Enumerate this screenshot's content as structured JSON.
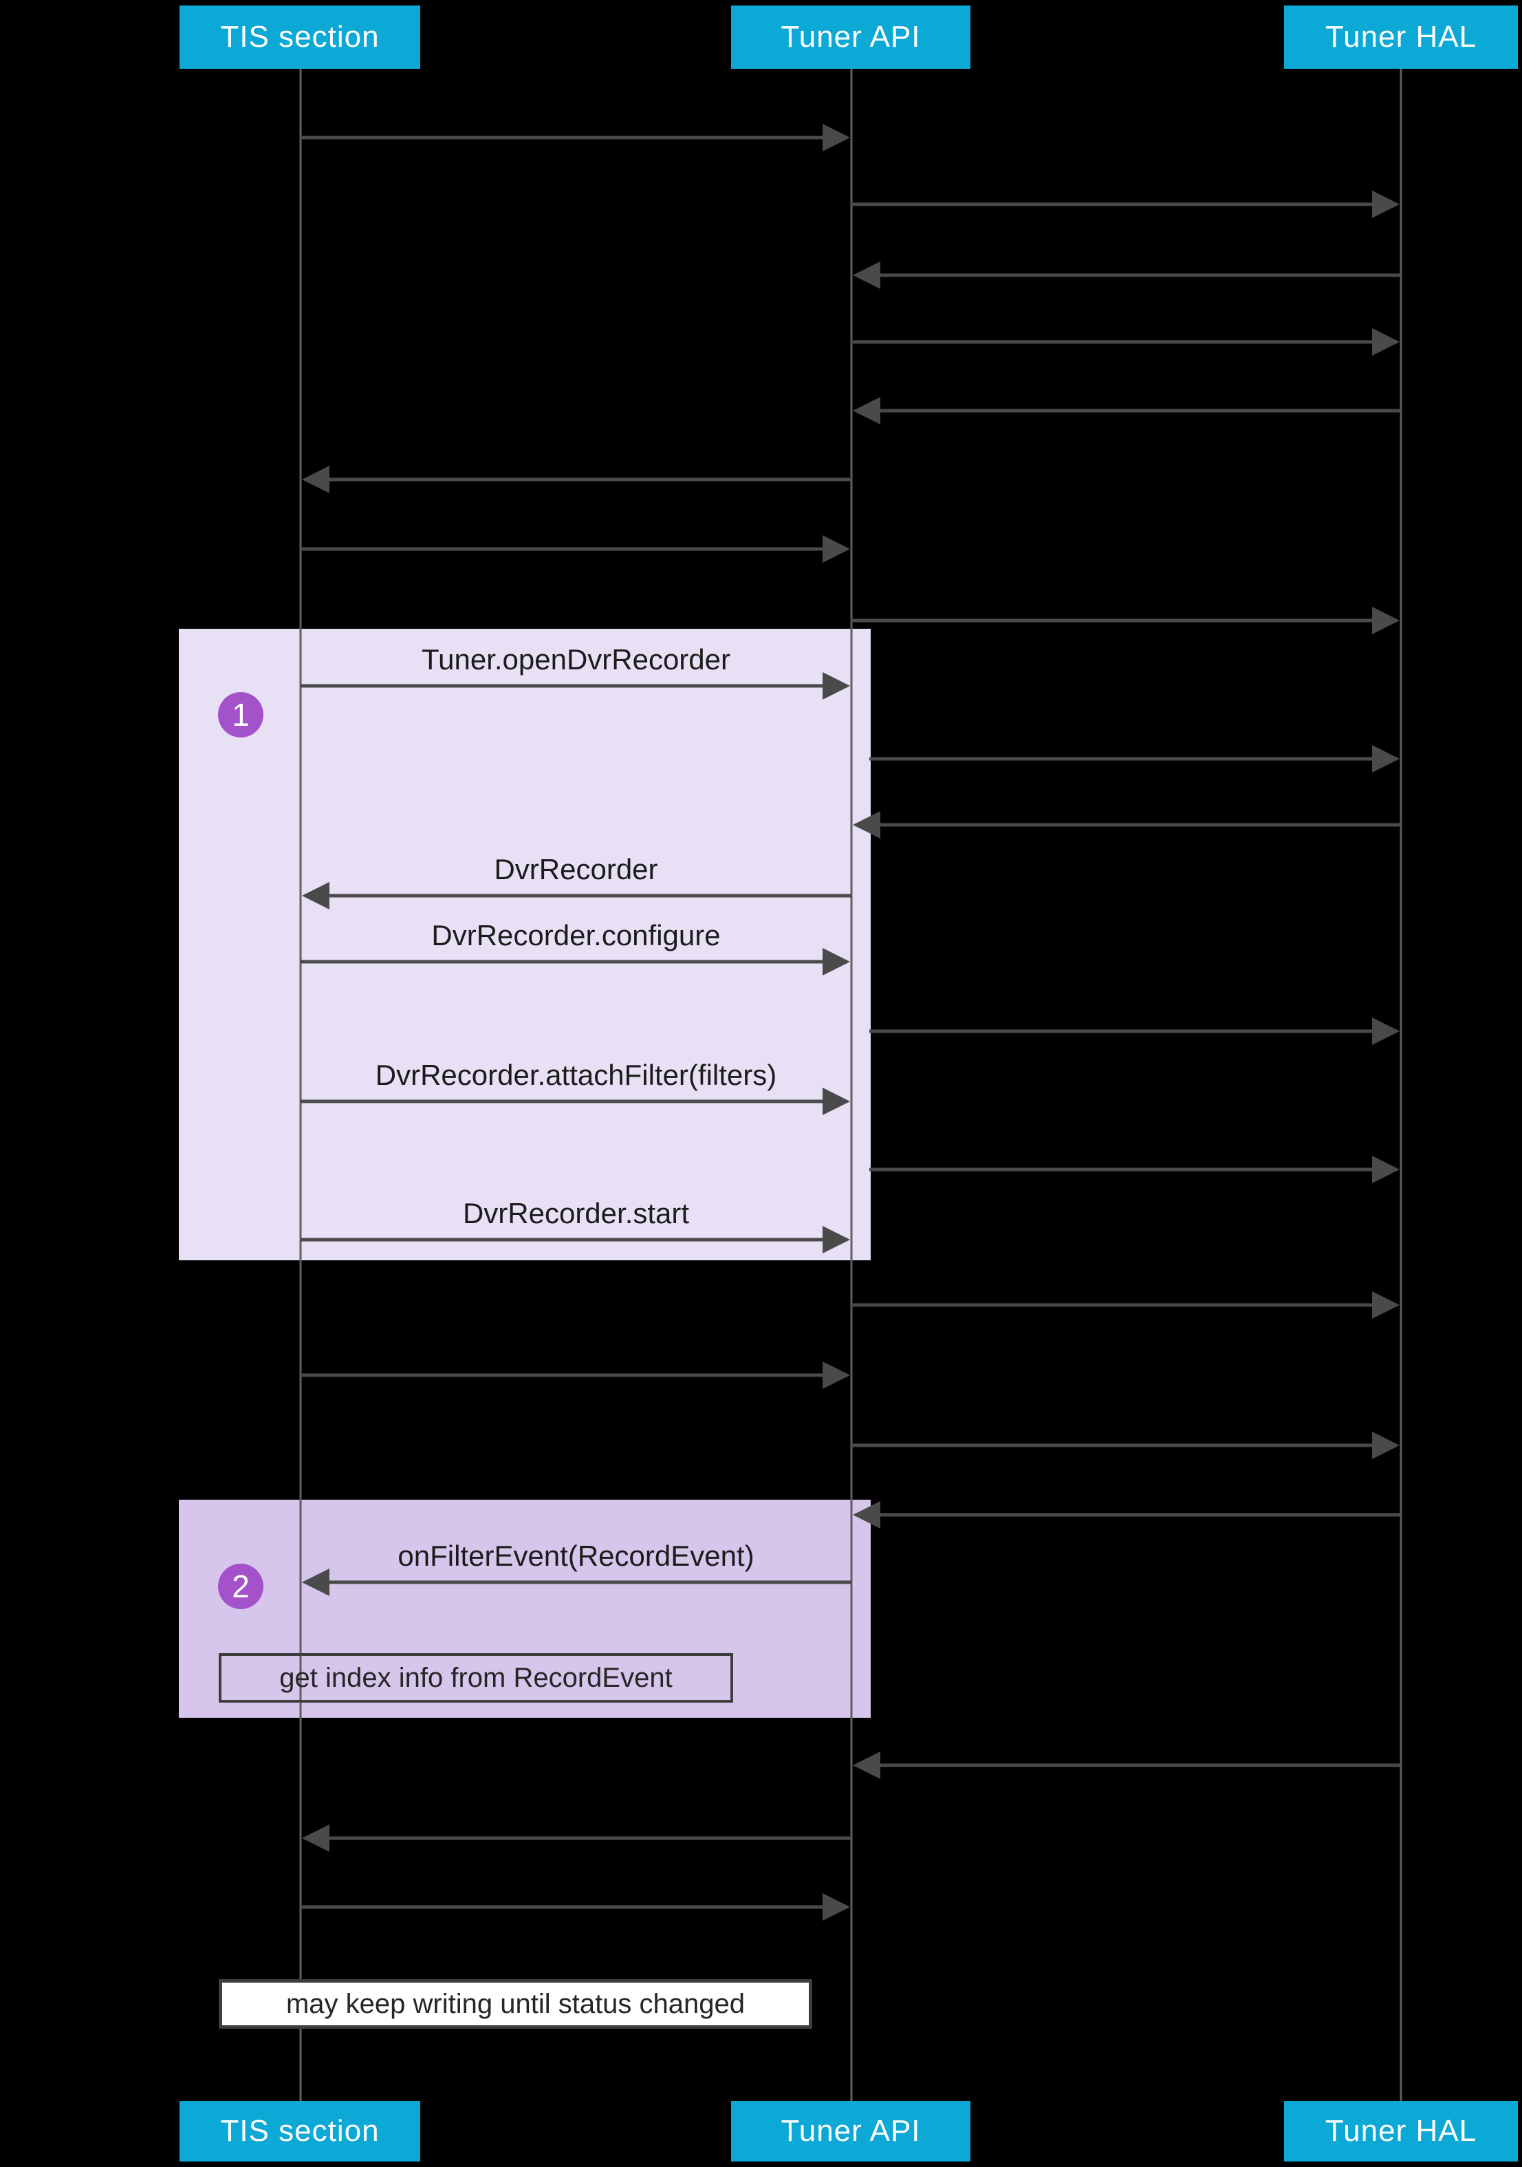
{
  "colors": {
    "background": "#000000",
    "participant_fill": "#0ca8d6",
    "participant_text": "#ffffff",
    "group1_fill": "#e8e1f6",
    "group2_fill": "#d7c6ec",
    "badge_fill": "#a352c9",
    "arrow": "#4a4a4a",
    "lifeline": "#5f5f5f",
    "note_border": "#3e3e3e",
    "floating_note_fill": "#ffffff",
    "label_text": "#1c1c1c"
  },
  "participants": {
    "names": [
      "TIS section",
      "Tuner API",
      "Tuner HAL"
    ]
  },
  "groups": {
    "g1": {
      "badge": "1"
    },
    "g2": {
      "badge": "2"
    }
  },
  "messages": {
    "open_dvr_recorder": "Tuner.openDvrRecorder",
    "dvr_recorder": "DvrRecorder",
    "configure": "DvrRecorder.configure",
    "attach_filter": "DvrRecorder.attachFilter(filters)",
    "start": "DvrRecorder.start",
    "on_filter_event": "onFilterEvent(RecordEvent)"
  },
  "notes": {
    "index_info": "get index info from RecordEvent",
    "keep_writing": "may keep writing until status changed"
  }
}
